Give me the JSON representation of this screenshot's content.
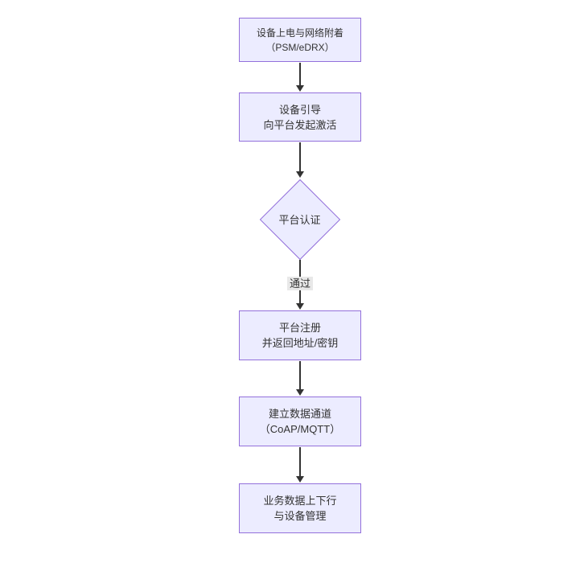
{
  "diagram": {
    "type": "flowchart",
    "direction": "top-down",
    "nodes": [
      {
        "id": "power-attach",
        "shape": "rect",
        "lines": [
          "设备上电与网络附着",
          "（PSM/eDRX）"
        ]
      },
      {
        "id": "bootstrap",
        "shape": "rect",
        "lines": [
          "设备引导",
          "向平台发起激活"
        ]
      },
      {
        "id": "platform-auth",
        "shape": "diamond",
        "lines": [
          "平台认证"
        ]
      },
      {
        "id": "register",
        "shape": "rect",
        "lines": [
          "平台注册",
          "并返回地址/密钥"
        ]
      },
      {
        "id": "data-channel",
        "shape": "rect",
        "lines": [
          "建立数据通道",
          "（CoAP/MQTT）"
        ]
      },
      {
        "id": "business-data",
        "shape": "rect",
        "lines": [
          "业务数据上下行",
          "与设备管理"
        ]
      }
    ],
    "edges": [
      {
        "from": "power-attach",
        "to": "bootstrap",
        "label": ""
      },
      {
        "from": "bootstrap",
        "to": "platform-auth",
        "label": ""
      },
      {
        "from": "platform-auth",
        "to": "register",
        "label": "通过"
      },
      {
        "from": "register",
        "to": "data-channel",
        "label": ""
      },
      {
        "from": "data-channel",
        "to": "business-data",
        "label": ""
      }
    ],
    "colors": {
      "node_fill": "#ECECFF",
      "node_border": "#9370DB",
      "text": "#333333",
      "arrow": "#333333",
      "edge_label_bg": "#e8e8e8",
      "background": "#ffffff"
    }
  }
}
